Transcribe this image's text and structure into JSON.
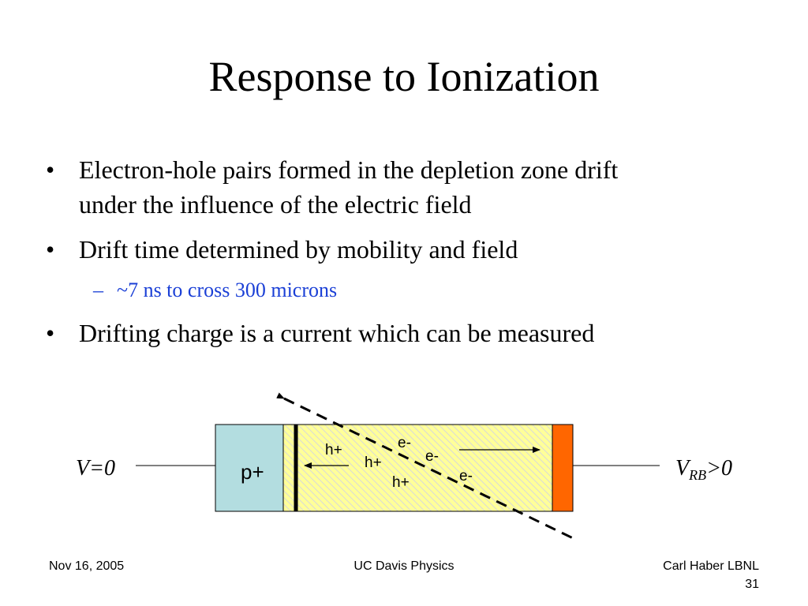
{
  "title": "Response to Ionization",
  "bullets": [
    {
      "mark": "•",
      "lines": [
        "Electron-hole pairs formed in the depletion zone drift",
        "under the influence of the electric field"
      ]
    },
    {
      "mark": "•",
      "lines": [
        "Drift time determined by mobility and field"
      ]
    },
    {
      "mark": "•",
      "lines": [
        "Drifting charge is a current which can be measured"
      ]
    }
  ],
  "sub_bullet": {
    "mark": "–",
    "text": "~7 ns to cross 300 microns"
  },
  "diagram": {
    "left_voltage": "V=0",
    "right_voltage_main": "V",
    "right_voltage_sub": "RB",
    "right_voltage_tail": ">0",
    "p_region_label": "p+",
    "carriers": {
      "h1": "h+",
      "h2": "h+",
      "h3": "h+",
      "e1": "e-",
      "e2": "e-",
      "e3": "e-"
    },
    "colors": {
      "p_region": "#b3dde0",
      "depletion_fill": "#ffff99",
      "n_contact": "#ff6600"
    }
  },
  "footer": {
    "date": "Nov 16, 2005",
    "center": "UC Davis Physics",
    "author": "Carl Haber LBNL",
    "page": "31"
  }
}
